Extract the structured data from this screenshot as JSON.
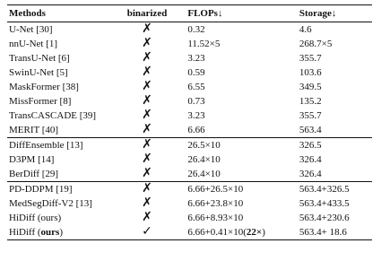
{
  "table": {
    "headers": {
      "method": "Methods",
      "binarized": "binarized",
      "flops": "FLOPs↓",
      "storage": "Storage↓"
    },
    "groups": [
      [
        {
          "method": "U-Net [30]",
          "binarized": "✗",
          "flops": "0.32",
          "storage": "4.6"
        },
        {
          "method": "nnU-Net [1]",
          "binarized": "✗",
          "flops": "11.52×5",
          "storage": "268.7×5"
        },
        {
          "method": "TransU-Net [6]",
          "binarized": "✗",
          "flops": "3.23",
          "storage": "355.7"
        },
        {
          "method": "SwinU-Net [5]",
          "binarized": "✗",
          "flops": "0.59",
          "storage": "103.6"
        },
        {
          "method": "MaskFormer [38]",
          "binarized": "✗",
          "flops": "6.55",
          "storage": "349.5"
        },
        {
          "method": "MissFormer [8]",
          "binarized": "✗",
          "flops": "0.73",
          "storage": "135.2"
        },
        {
          "method": "TransCASCADE [39]",
          "binarized": "✗",
          "flops": "3.23",
          "storage": "355.7"
        },
        {
          "method": "MERIT [40]",
          "binarized": "✗",
          "flops": "6.66",
          "storage": "563.4"
        }
      ],
      [
        {
          "method": "DiffEnsemble [13]",
          "binarized": "✗",
          "flops": "26.5×10",
          "storage": "326.5"
        },
        {
          "method": "D3PM [14]",
          "binarized": "✗",
          "flops": "26.4×10",
          "storage": "326.4"
        },
        {
          "method": "BerDiff [29]",
          "binarized": "✗",
          "flops": "26.4×10",
          "storage": "326.4"
        }
      ],
      [
        {
          "method": "PD-DDPM [19]",
          "binarized": "✗",
          "flops": "6.66+26.5×10",
          "storage": "563.4+326.5"
        },
        {
          "method": "MedSegDiff-V2 [13]",
          "binarized": "✗",
          "flops": "6.66+23.8×10",
          "storage": "563.4+433.5"
        },
        {
          "method": "HiDiff (ours)",
          "binarized": "✗",
          "flops": "6.66+8.93×10",
          "storage": "563.4+230.6"
        }
      ]
    ],
    "final_row": {
      "method_prefix": "HiDiff (",
      "method_bold": "ours",
      "method_suffix": ")",
      "binarized": "✓",
      "flops_prefix": "6.66+0.41×10(",
      "flops_bold": "22×",
      "flops_suffix": ")",
      "storage": "563.4+ 18.6"
    }
  }
}
